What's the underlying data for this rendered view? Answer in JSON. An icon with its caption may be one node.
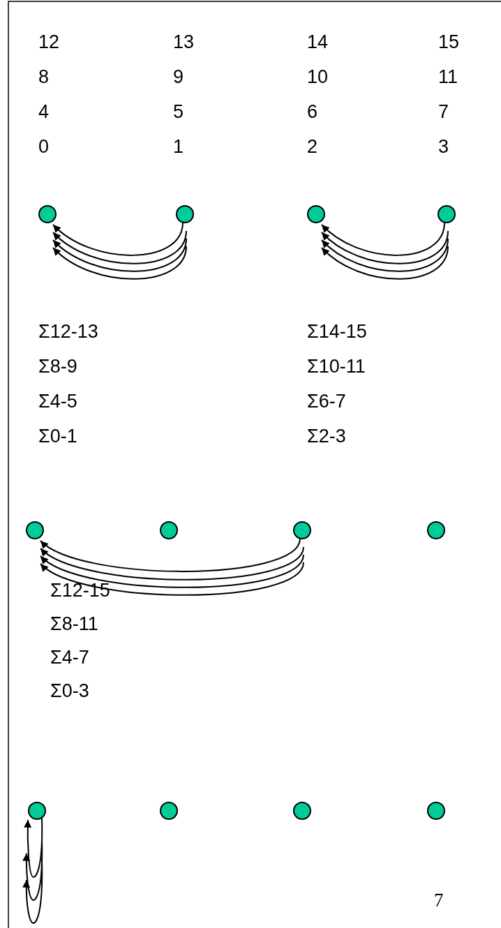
{
  "diagram": {
    "nodes": [
      {
        "text": [],
        "shape": "circle"
      },
      {
        "text": [],
        "shape": "circle"
      },
      {
        "text": [],
        "shape": "circle"
      },
      {
        "text": [],
        "shape": "circle"
      },
      {
        "text": [],
        "shape": "circle"
      },
      {
        "text": [],
        "shape": "circle"
      },
      {
        "text": [],
        "shape": "circle"
      },
      {
        "text": [],
        "shape": "circle"
      },
      {
        "text": [],
        "shape": "circle"
      },
      {
        "text": [],
        "shape": "circle"
      },
      {
        "text": [],
        "shape": "circle"
      },
      {
        "text": [],
        "shape": "circle"
      }
    ],
    "edges": [
      {
        "from": 1,
        "to": 0,
        "arrow": "to"
      },
      {
        "from": 1,
        "to": 0,
        "arrow": "to"
      },
      {
        "from": 1,
        "to": 0,
        "arrow": "to"
      },
      {
        "from": 1,
        "to": 0,
        "arrow": "to"
      },
      {
        "from": 3,
        "to": 2,
        "arrow": "to"
      },
      {
        "from": 3,
        "to": 2,
        "arrow": "to"
      },
      {
        "from": 3,
        "to": 2,
        "arrow": "to"
      },
      {
        "from": 3,
        "to": 2,
        "arrow": "to"
      },
      {
        "from": 6,
        "to": 4,
        "arrow": "to"
      },
      {
        "from": 6,
        "to": 4,
        "arrow": "to"
      },
      {
        "from": 6,
        "to": 4,
        "arrow": "to"
      },
      {
        "from": 6,
        "to": 4,
        "arrow": "to"
      },
      {
        "from": 8,
        "to": 8,
        "arrow": "to"
      },
      {
        "from": 8,
        "to": 8,
        "arrow": "to"
      },
      {
        "from": 8,
        "to": 8,
        "arrow": "to"
      }
    ],
    "labels": [
      "12",
      "13",
      "14",
      "15",
      "8",
      "9",
      "10",
      "11",
      "4",
      "5",
      "6",
      "7",
      "0",
      "1",
      "2",
      "3",
      "Σ12-13",
      "Σ14-15",
      "Σ8-9",
      "Σ10-11",
      "Σ4-5",
      "Σ6-7",
      "Σ0-1",
      "Σ2-3",
      "Σ12-15",
      "Σ8-11",
      "Σ4-7",
      "Σ0-3",
      "7"
    ]
  }
}
